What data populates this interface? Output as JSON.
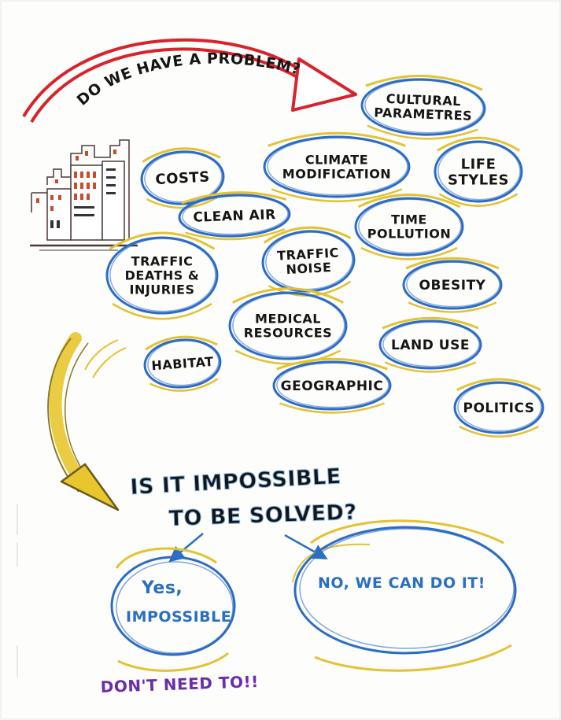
{
  "header": {
    "question": "DO WE HAVE A PROBLEM?"
  },
  "issues": [
    {
      "id": "cultural",
      "lines": [
        "CULTURAL",
        "PARAMETRES"
      ]
    },
    {
      "id": "costs",
      "lines": [
        "COSTS"
      ]
    },
    {
      "id": "climate",
      "lines": [
        "CLIMATE",
        "MODIFICATION"
      ]
    },
    {
      "id": "lifestyles",
      "lines": [
        "LIFE",
        "STYLES"
      ]
    },
    {
      "id": "clean-air",
      "lines": [
        "CLEAN AIR"
      ]
    },
    {
      "id": "time-pollution",
      "lines": [
        "TIME",
        "POLLUTION"
      ]
    },
    {
      "id": "traffic-deaths",
      "lines": [
        "TRAFFIC",
        "DEATHS &",
        "INJURIES"
      ]
    },
    {
      "id": "traffic-noise",
      "lines": [
        "TRAFFIC",
        "NOISE"
      ]
    },
    {
      "id": "obesity",
      "lines": [
        "OBESITY"
      ]
    },
    {
      "id": "medical",
      "lines": [
        "MEDICAL",
        "RESOURCES"
      ]
    },
    {
      "id": "land-use",
      "lines": [
        "LAND USE"
      ]
    },
    {
      "id": "habitat",
      "lines": [
        "HABITAT"
      ]
    },
    {
      "id": "geographic",
      "lines": [
        "GEOGRAPHIC"
      ]
    },
    {
      "id": "politics",
      "lines": [
        "POLITICS"
      ]
    }
  ],
  "question2": {
    "line1": "IS IT IMPOSSIBLE",
    "line2": "TO BE SOLVED?"
  },
  "answers": {
    "yes_line1": "Yes,",
    "yes_line2": "IMPOSSIBLE",
    "no": "NO, WE CAN DO IT!"
  },
  "footer": {
    "note": "DON'T NEED TO!!"
  },
  "colors": {
    "bubble_outline": "#2c6cc4",
    "highlight": "#e3c233",
    "red_arrow": "#d8222c",
    "yellow_arrow": "#e8c72e",
    "blue_text": "#2a6fc0",
    "purple_text": "#6a2fa8",
    "ink": "#151515"
  }
}
